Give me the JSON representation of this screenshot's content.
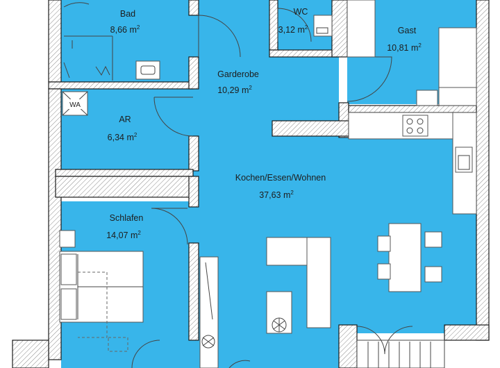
{
  "rooms": {
    "bad": {
      "name": "Bad",
      "area": "8,66 m",
      "unit_sup": "2"
    },
    "wc": {
      "name": "WC",
      "area": "3,12 m",
      "unit_sup": "2"
    },
    "gast": {
      "name": "Gast",
      "area": "10,81 m",
      "unit_sup": "2"
    },
    "garderobe": {
      "name": "Garderobe",
      "area": "10,29 m",
      "unit_sup": "2"
    },
    "ar": {
      "name": "AR",
      "area": "6,34 m",
      "unit_sup": "2"
    },
    "kochen": {
      "name": "Kochen/Essen/Wohnen",
      "area": "37,63 m",
      "unit_sup": "2"
    },
    "schlafen": {
      "name": "Schlafen",
      "area": "14,07 m",
      "unit_sup": "2"
    }
  },
  "fixtures": {
    "washer_label": "WA"
  },
  "colors": {
    "floor": "#38b5ea",
    "wall_stroke": "#1a1a1a",
    "furniture": "#ffffff"
  }
}
